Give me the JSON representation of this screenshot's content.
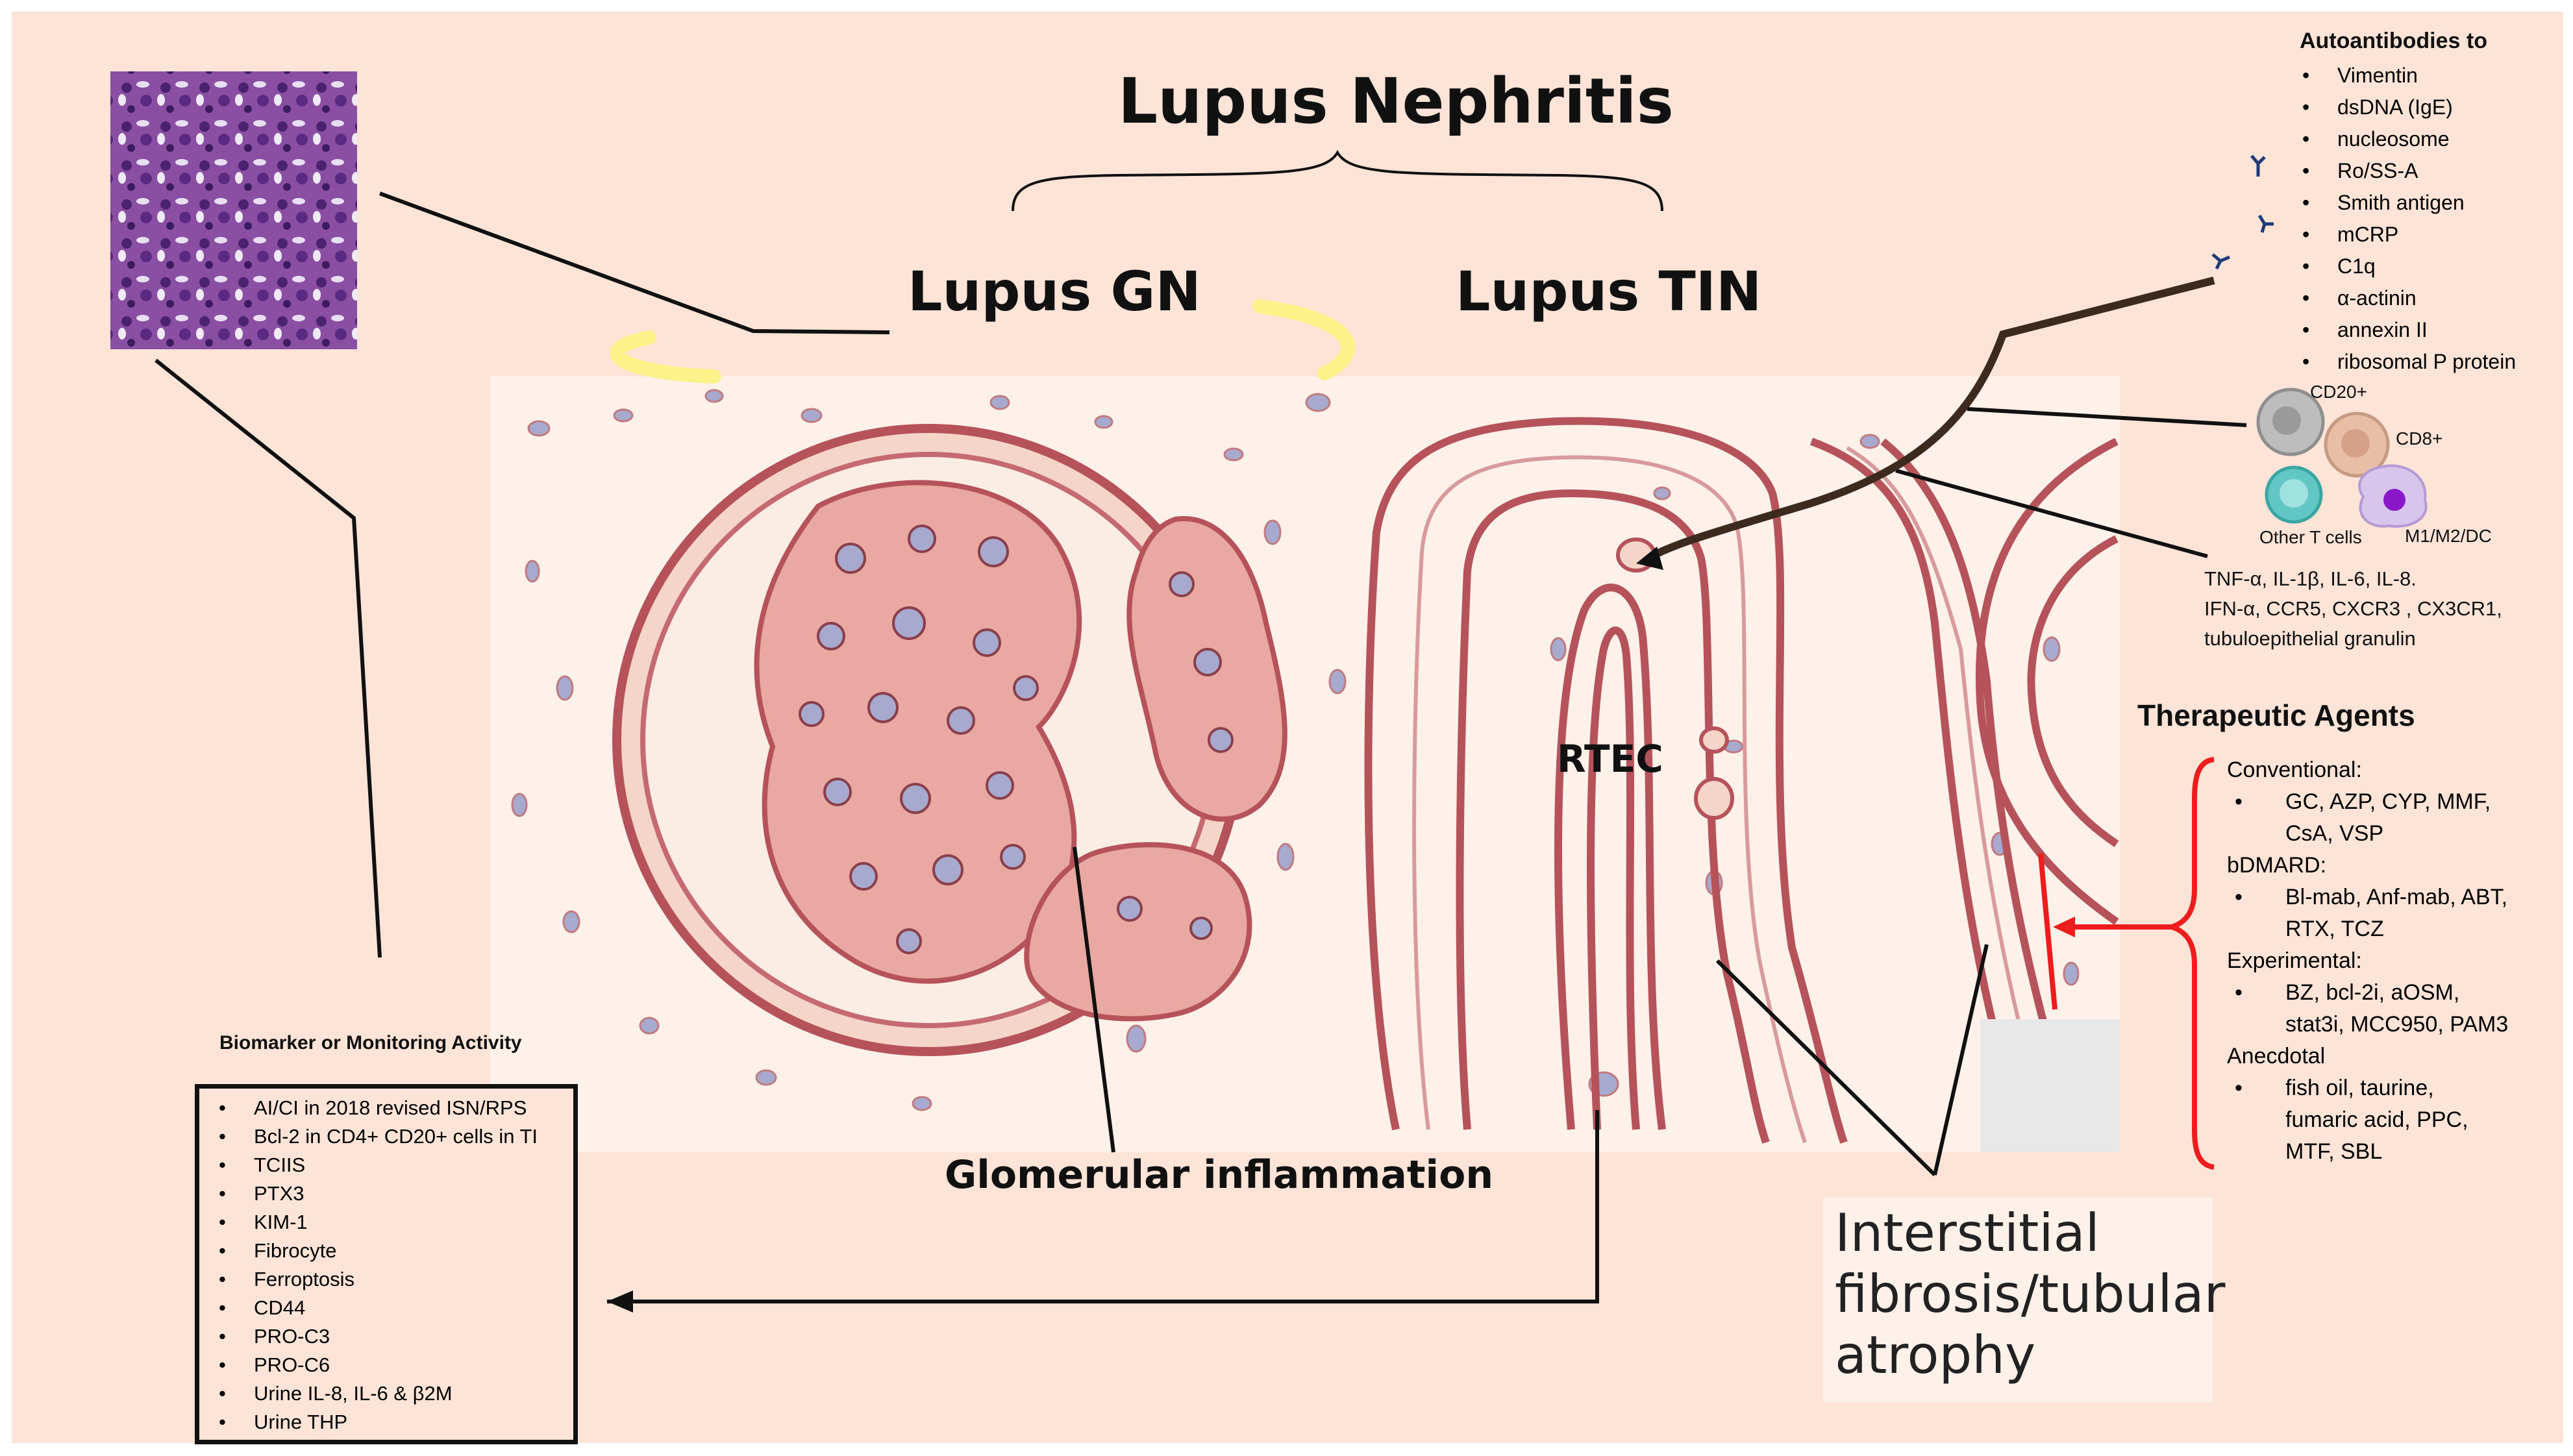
{
  "title": "Lupus Nephritis",
  "branches": {
    "gn": "Lupus GN",
    "tin": "Lupus TIN"
  },
  "labels": {
    "rtec": "RTEC",
    "glomerular": "Glomerular inflammation",
    "fibrosis_lines": [
      "Interstitial",
      "fibrosis/tubular",
      "atrophy"
    ]
  },
  "autoantibodies": {
    "heading": "Autoantibodies to",
    "items": [
      "Vimentin",
      "dsDNA (IgE)",
      "nucleosome",
      "Ro/SS-A",
      "Smith antigen",
      "mCRP",
      "C1q",
      "α-actinin",
      "annexin II",
      "ribosomal P protein"
    ]
  },
  "cells": {
    "cd20": "CD20+",
    "cd8": "CD8+",
    "other_t": "Other T cells",
    "macro": "M1/M2/DC"
  },
  "cytokines": [
    "TNF-α, IL-1β, IL-6, IL-8.",
    "IFN-α, CCR5, CXCR3 , CX3CR1,",
    "tubuloepithelial granulin"
  ],
  "therapeutics": {
    "heading": "Therapeutic Agents",
    "groups": [
      {
        "name": "Conventional:",
        "items": [
          "GC, AZP, CYP, MMF,",
          "CsA, VSP"
        ]
      },
      {
        "name": "bDMARD:",
        "items": [
          "Bl-mab, Anf-mab, ABT,",
          "RTX, TCZ"
        ]
      },
      {
        "name": "Experimental:",
        "items": [
          "BZ, bcl-2i, aOSM,",
          "stat3i, MCC950, PAM3"
        ]
      },
      {
        "name": "Anecdotal",
        "items": [
          "fish oil, taurine,",
          "fumaric acid, PPC,",
          "MTF, SBL"
        ]
      }
    ]
  },
  "biomarkers": {
    "heading": "Biomarker or Monitoring  Activity",
    "items": [
      "AI/CI in 2018 revised ISN/RPS",
      "Bcl-2 in CD4+ CD20+ cells in TI",
      "TCIIS",
      "PTX3",
      "KIM-1",
      "Fibrocyte",
      "Ferroptosis",
      "CD44",
      "PRO-C3",
      "PRO-C6",
      "Urine  IL-8, IL-6 & β2M",
      "Urine THP"
    ]
  },
  "colors": {
    "background": "#fde4d6",
    "tissue": "#f1c2b4",
    "tissue_edge": "#b5525a",
    "nucleus": "#9aa0c8",
    "red_arrow": "#ee1c1c",
    "highlight": "#fbf38a"
  }
}
